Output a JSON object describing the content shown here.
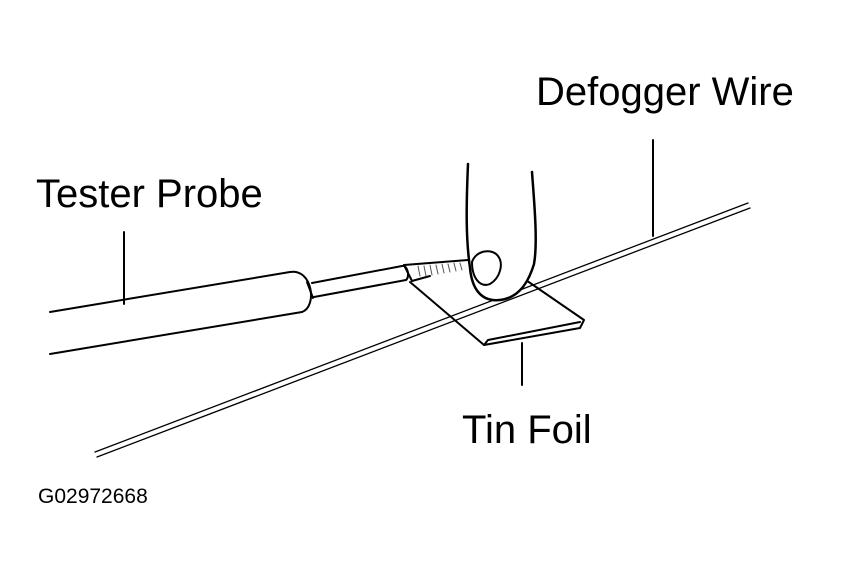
{
  "labels": {
    "defogger_wire": "Defogger Wire",
    "tester_probe": "Tester Probe",
    "tin_foil": "Tin Foil",
    "figure_code": "G02972668"
  },
  "colors": {
    "ink": "#000000",
    "background": "#ffffff",
    "hatch": "#555555"
  }
}
